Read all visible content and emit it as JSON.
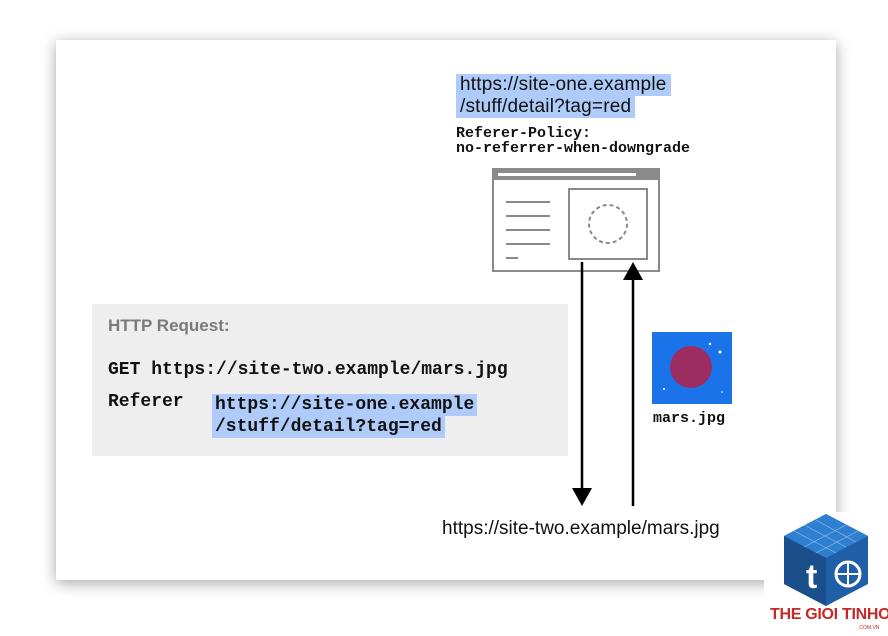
{
  "origin": {
    "url_line1": "https://site-one.example",
    "url_line2": "/stuff/detail?tag=red",
    "policy_header": "Referer-Policy:",
    "policy_value": "no-referrer-when-downgrade"
  },
  "request": {
    "title": "HTTP Request:",
    "get_line": "GET https://site-two.example/mars.jpg",
    "referer_label": "Referer",
    "referer_line1": "https://site-one.example",
    "referer_line2": "/stuff/detail?tag=red"
  },
  "resource": {
    "filename": "mars.jpg"
  },
  "destination": {
    "url": "https://site-two.example/mars.jpg"
  },
  "watermark": {
    "brand_left": "THE GIOI",
    "brand_right": "TINHOC",
    "domain": ".COM.VN",
    "monogram": "t"
  },
  "colors": {
    "highlight": "#aecbfa",
    "mars_background": "#1a73e8",
    "planet": "#9c2d60",
    "logo_blue": "#1f5fa8",
    "brand_red": "#c62828"
  }
}
